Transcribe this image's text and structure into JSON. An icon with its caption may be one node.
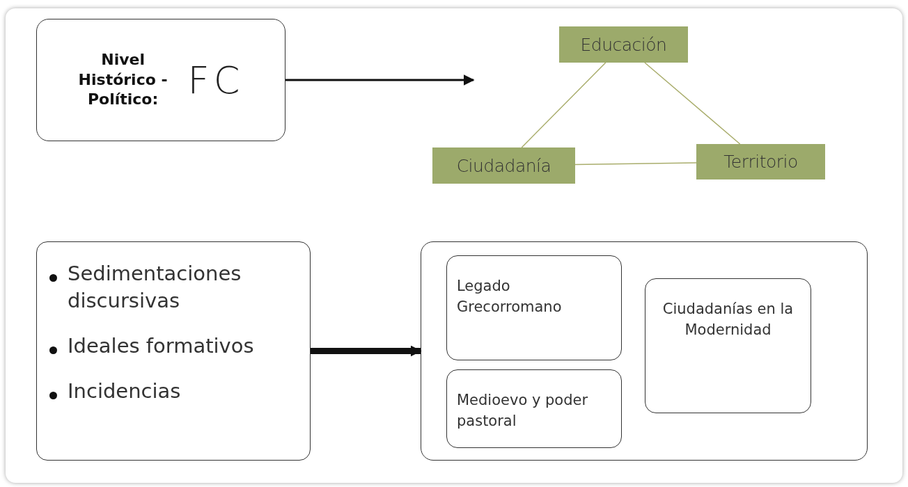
{
  "diagram": {
    "nodes": [
      {
        "text": [
          "Nivel Histórico - Político:",
          "FC"
        ]
      },
      {
        "text": [
          "Educación"
        ]
      },
      {
        "text": [
          "Ciudadanía"
        ]
      },
      {
        "text": [
          "Territorio"
        ]
      },
      {
        "text": [
          "Sedimentaciones discursivas",
          "Ideales formativos",
          "Incidencias"
        ]
      },
      {
        "text": [],
        "shape": "box"
      },
      {
        "text": [
          "Legado Grecorromano"
        ],
        "in": 5
      },
      {
        "text": [
          "Medioevo y poder pastoral"
        ],
        "in": 5
      },
      {
        "text": [
          "Ciudadanías en la Modernidad"
        ],
        "in": 5
      }
    ],
    "edges": [
      {
        "from": 0,
        "to": null,
        "arrow": "to",
        "color": "#111111"
      },
      {
        "from": 1,
        "to": 2,
        "arrow": "none"
      },
      {
        "from": 1,
        "to": 3,
        "arrow": "none"
      },
      {
        "from": 2,
        "to": 3,
        "arrow": "none"
      },
      {
        "from": 4,
        "to": 5,
        "arrow": "to",
        "style": "thick",
        "color": "#111111"
      }
    ]
  }
}
